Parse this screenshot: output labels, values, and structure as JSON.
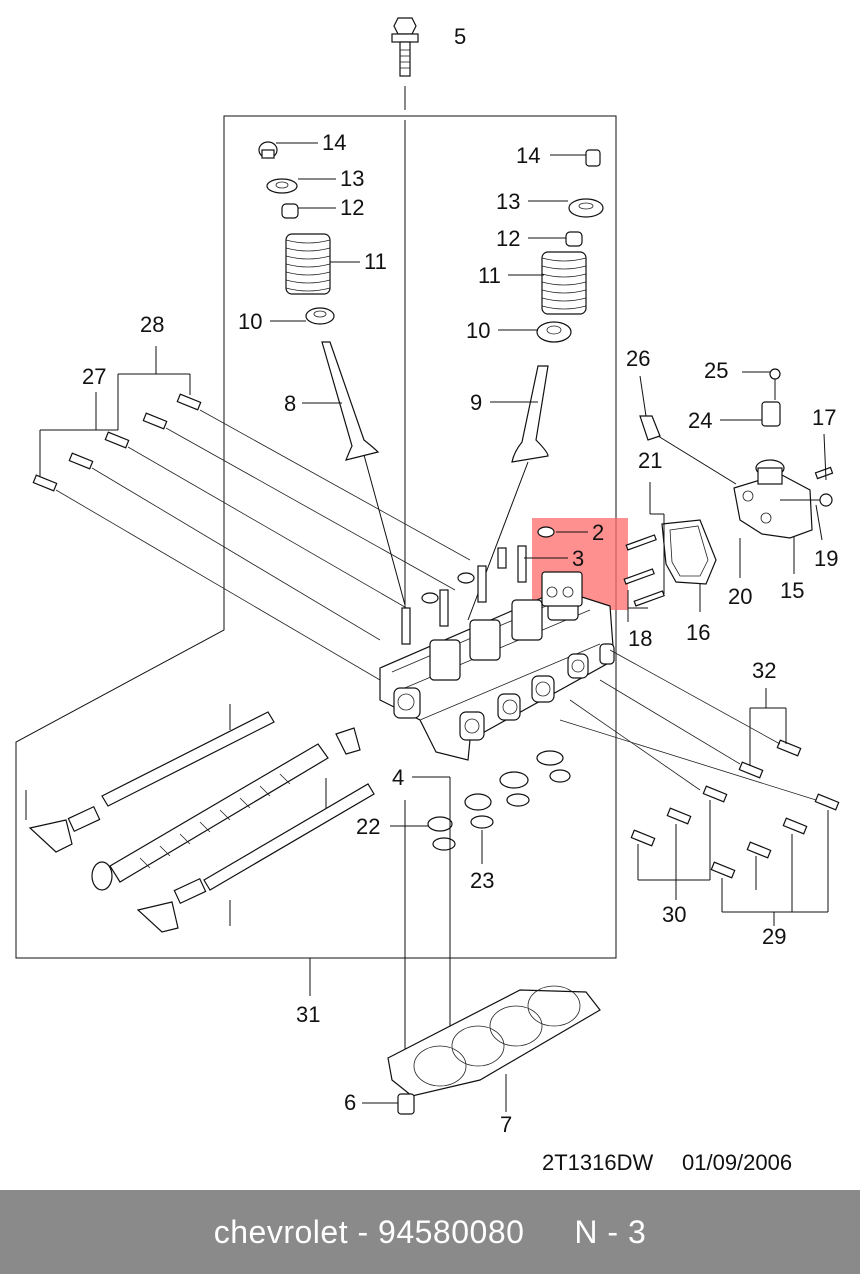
{
  "diagram": {
    "drawing_code": "2T1316DW",
    "drawing_date": "01/09/2006",
    "highlight_color": "#ff6b6b",
    "callouts": {
      "c2": "2",
      "c3": "3",
      "c4": "4",
      "c5": "5",
      "c6": "6",
      "c7": "7",
      "c8": "8",
      "c9": "9",
      "c10_left": "10",
      "c10_right": "10",
      "c11_left": "11",
      "c11_right": "11",
      "c12_left": "12",
      "c12_right": "12",
      "c13_left": "13",
      "c13_right": "13",
      "c14_left": "14",
      "c14_right": "14",
      "c15": "15",
      "c16": "16",
      "c17": "17",
      "c18": "18",
      "c19": "19",
      "c20": "20",
      "c21": "21",
      "c22": "22",
      "c23": "23",
      "c24": "24",
      "c25": "25",
      "c26": "26",
      "c27": "27",
      "c28": "28",
      "c29": "29",
      "c30": "30",
      "c31": "31",
      "c32": "32"
    }
  },
  "footer": {
    "brand_part": "chevrolet - 94580080",
    "page": "N - 3"
  }
}
